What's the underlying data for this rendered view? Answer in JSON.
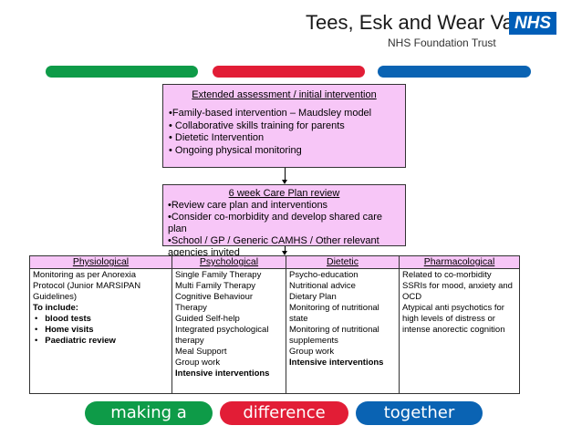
{
  "header": {
    "org_name": "Tees, Esk and Wear Valleys",
    "org_subtitle": "NHS Foundation Trust",
    "logo_text": "NHS",
    "bar_colors": [
      "#0e9b48",
      "#e21d36",
      "#0a63b3"
    ]
  },
  "box1": {
    "title": "Extended assessment / initial intervention",
    "lines": [
      "•Family-based intervention – Maudsley model",
      "• Collaborative skills training for parents",
      "• Dietetic Intervention",
      "• Ongoing physical monitoring"
    ]
  },
  "box2": {
    "title": "6 week Care Plan review",
    "lines": [
      "•Review care plan and interventions",
      "•Consider co-morbidity and develop shared care plan",
      "•School / GP / Generic CAMHS / Other relevant agencies invited"
    ]
  },
  "columns": [
    {
      "heading": "Physiological",
      "body": "Monitoring as per Anorexia Protocol (Junior MARSIPAN Guidelines)",
      "include_label": "To include:",
      "bullets": [
        "blood tests",
        "Home visits",
        "Paediatric review"
      ]
    },
    {
      "heading": "Psychological",
      "items": [
        "Single Family Therapy",
        "Multi Family Therapy",
        "Cognitive Behaviour Therapy",
        "Guided Self-help",
        "Integrated psychological therapy",
        "Meal Support",
        "Group work"
      ],
      "bold_item": "Intensive interventions"
    },
    {
      "heading": "Dietetic",
      "items": [
        "Psycho-education",
        "Nutritional advice",
        "Dietary Plan",
        "Monitoring of nutritional state",
        "Monitoring of nutritional supplements",
        "Group work"
      ],
      "bold_item": "Intensive interventions"
    },
    {
      "heading": "Pharmacological",
      "items": [
        "Related to co-morbidity",
        "SSRIs for mood, anxiety and OCD",
        "Atypical anti psychotics for high levels of distress or intense anorectic cognition"
      ]
    }
  ],
  "footer": {
    "pills": [
      "making a",
      "difference",
      "together"
    ],
    "colors": [
      "#0e9b48",
      "#e21d36",
      "#0a63b3"
    ]
  }
}
